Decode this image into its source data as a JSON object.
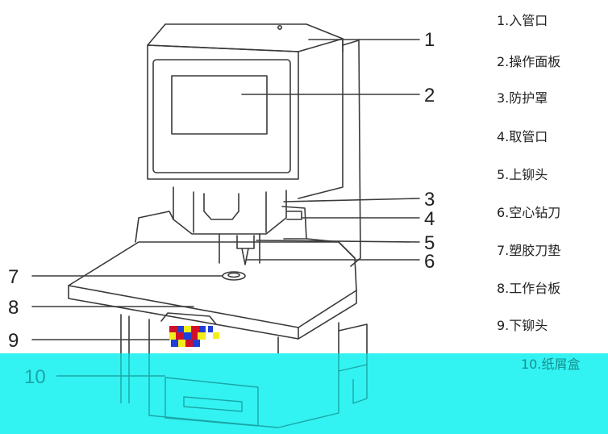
{
  "diagram": {
    "callouts": [
      "1",
      "2",
      "3",
      "4",
      "5",
      "6",
      "7",
      "8",
      "9",
      "10"
    ],
    "legend": [
      "1.入管口",
      "2.操作面板",
      "3.防护罩",
      "4.取管口",
      "5.上铆头",
      "6.空心钻刀",
      "7.塑胶刀垫",
      "8.工作台板",
      "9.下铆头",
      "10.纸屑盒"
    ],
    "colors": {
      "line": "#3a3a3a",
      "overlay": "#33f2f2",
      "noise_red": "#d0102a",
      "noise_blue": "#1f3fd6",
      "noise_yellow": "#f2ee1a"
    }
  }
}
